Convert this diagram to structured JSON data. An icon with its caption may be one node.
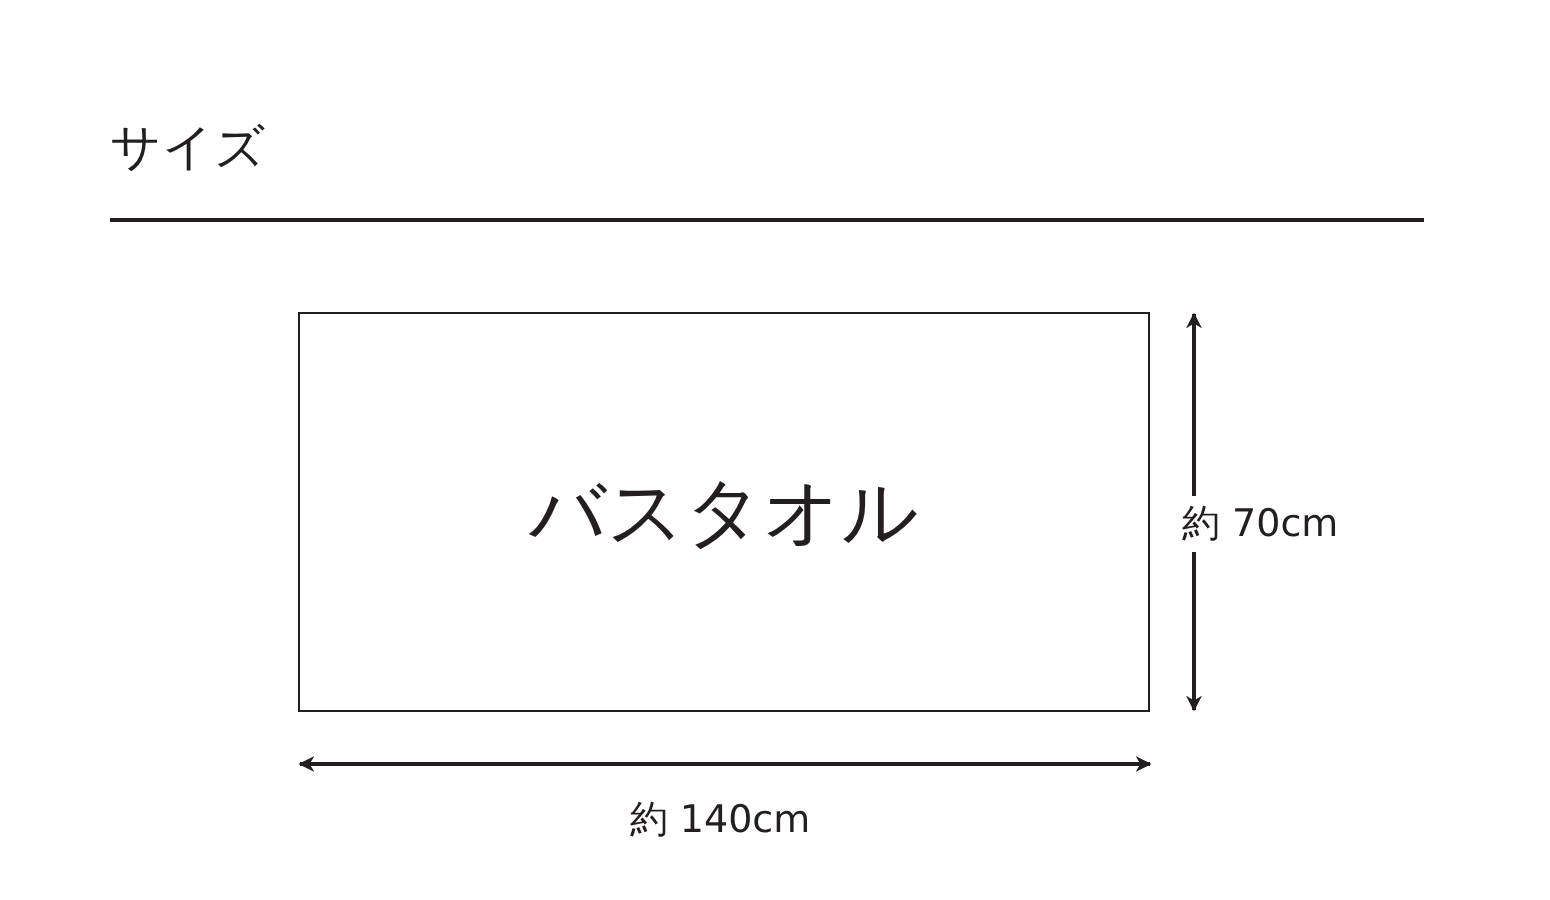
{
  "diagram": {
    "title": "サイズ",
    "nodes": [
      {
        "text": [
          "バスタオル"
        ]
      }
    ],
    "labels": [
      "約 70cm",
      "約 140cm"
    ]
  }
}
